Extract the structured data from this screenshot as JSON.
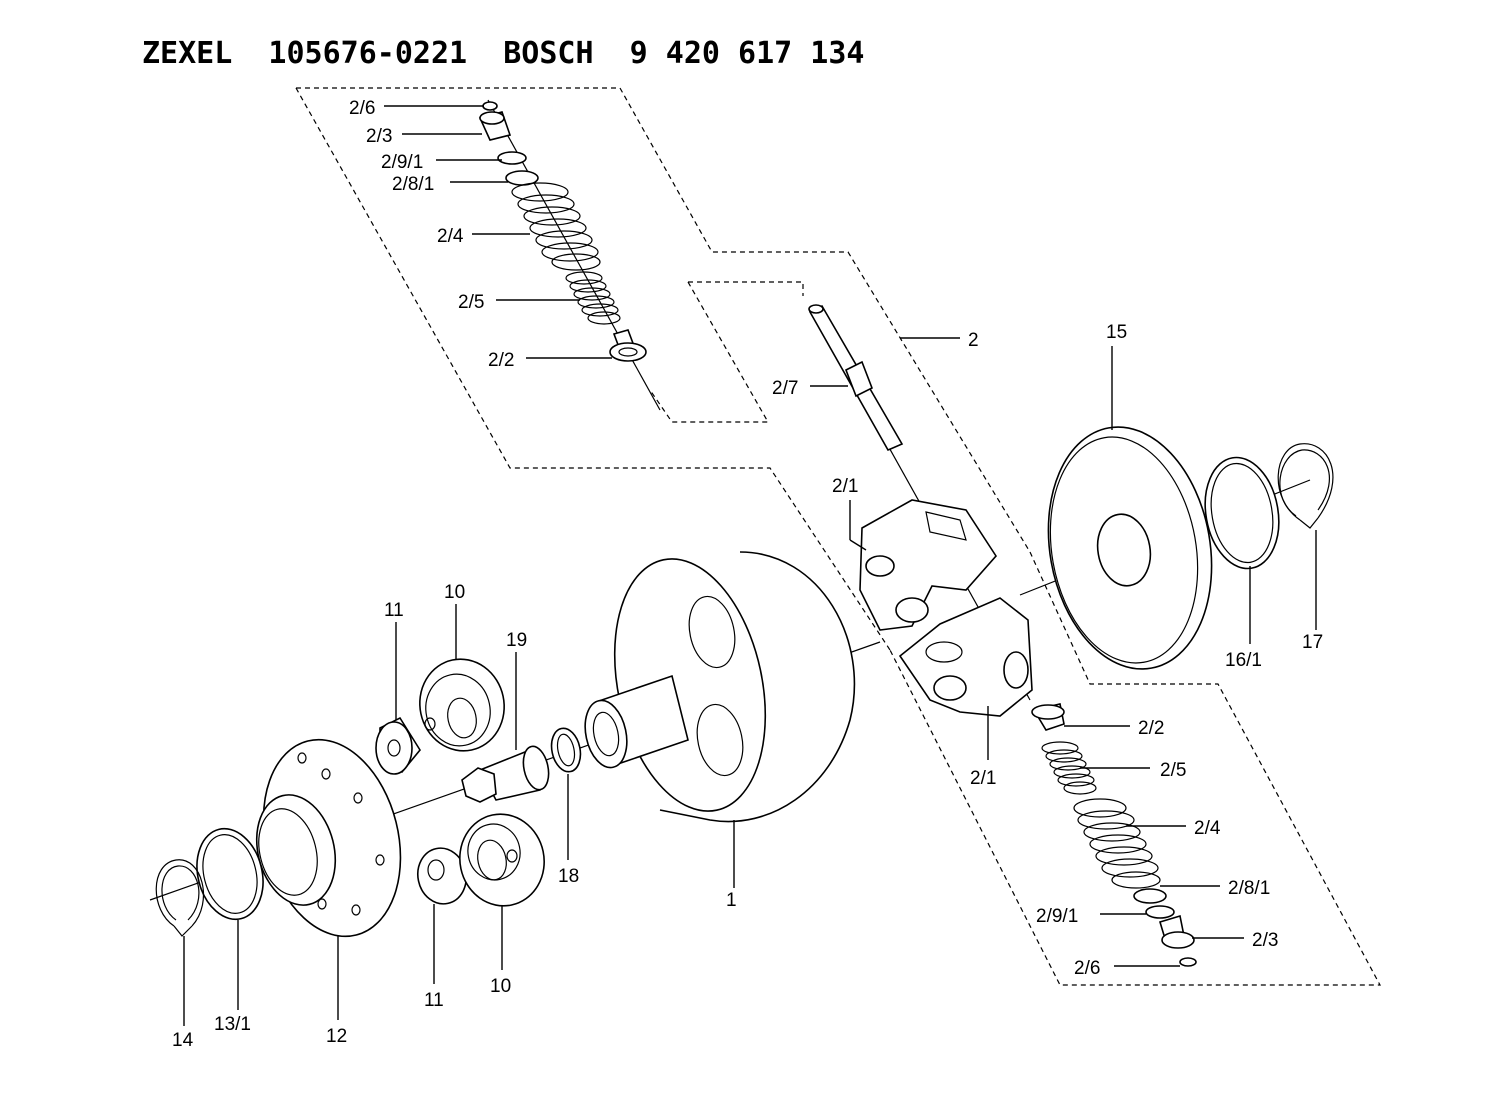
{
  "title": "ZEXEL  105676-0221  BOSCH  9 420 617 134",
  "labels": {
    "p2_6_top": "2/6",
    "p2_3_top": "2/3",
    "p2_9_1_top": "2/9/1",
    "p2_8_1_top": "2/8/1",
    "p2_4_top": "2/4",
    "p2_5_top": "2/5",
    "p2_2_top": "2/2",
    "p2_7": "2/7",
    "p2": "2",
    "p15": "15",
    "p2_1_upper": "2/1",
    "p2_1_lower": "2/1",
    "p16_1": "16/1",
    "p17": "17",
    "p2_2_bot": "2/2",
    "p2_5_bot": "2/5",
    "p2_4_bot": "2/4",
    "p2_8_1_bot": "2/8/1",
    "p2_9_1_bot": "2/9/1",
    "p2_3_bot": "2/3",
    "p2_6_bot": "2/6",
    "p11_top": "11",
    "p10_top": "10",
    "p19": "19",
    "p18": "18",
    "p1": "1",
    "p11_bot": "11",
    "p10_bot": "10",
    "p12": "12",
    "p13_1": "13/1",
    "p14": "14"
  }
}
